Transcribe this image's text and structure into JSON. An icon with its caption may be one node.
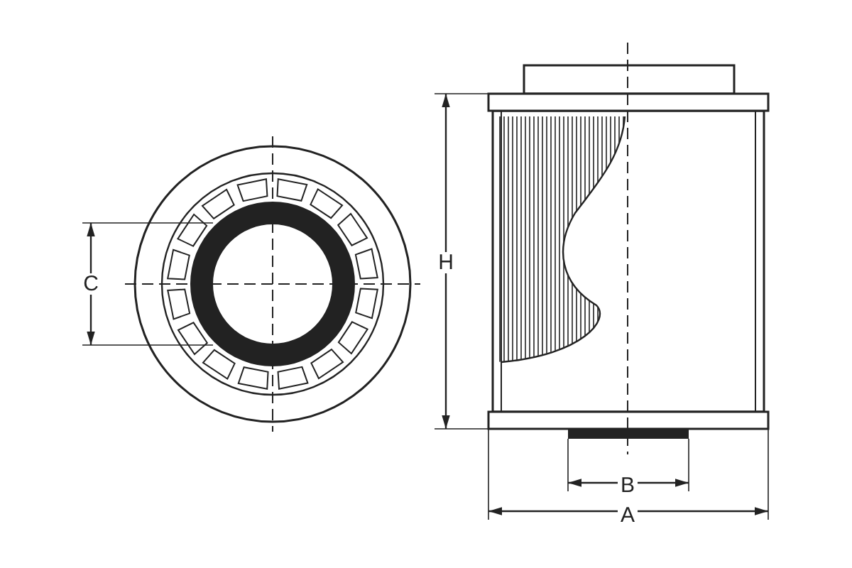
{
  "diagram": {
    "labels": [
      "C",
      "H",
      "B",
      "A"
    ]
  }
}
